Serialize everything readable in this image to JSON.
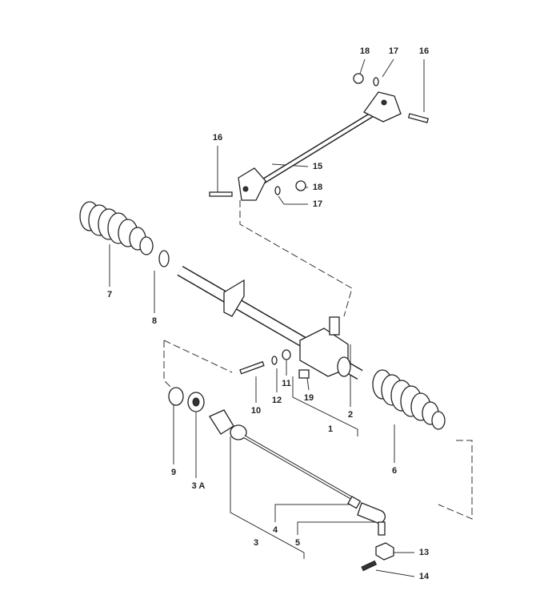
{
  "diagram": {
    "title": "Steering rack exploded view",
    "callouts": [
      {
        "id": "c18a",
        "text": "18"
      },
      {
        "id": "c17a",
        "text": "17"
      },
      {
        "id": "c16a",
        "text": "16"
      },
      {
        "id": "c16b",
        "text": "16"
      },
      {
        "id": "c15",
        "text": "15"
      },
      {
        "id": "c18b",
        "text": "18"
      },
      {
        "id": "c17b",
        "text": "17"
      },
      {
        "id": "c7",
        "text": "7"
      },
      {
        "id": "c8",
        "text": "8"
      },
      {
        "id": "c11",
        "text": "11"
      },
      {
        "id": "c19",
        "text": "19"
      },
      {
        "id": "c2",
        "text": "2"
      },
      {
        "id": "c10",
        "text": "10"
      },
      {
        "id": "c12",
        "text": "12"
      },
      {
        "id": "c1",
        "text": "1"
      },
      {
        "id": "c6",
        "text": "6"
      },
      {
        "id": "c9",
        "text": "9"
      },
      {
        "id": "c3a",
        "text": "3 A"
      },
      {
        "id": "c4",
        "text": "4"
      },
      {
        "id": "c5",
        "text": "5"
      },
      {
        "id": "c3",
        "text": "3"
      },
      {
        "id": "c13",
        "text": "13"
      },
      {
        "id": "c14",
        "text": "14"
      }
    ]
  }
}
